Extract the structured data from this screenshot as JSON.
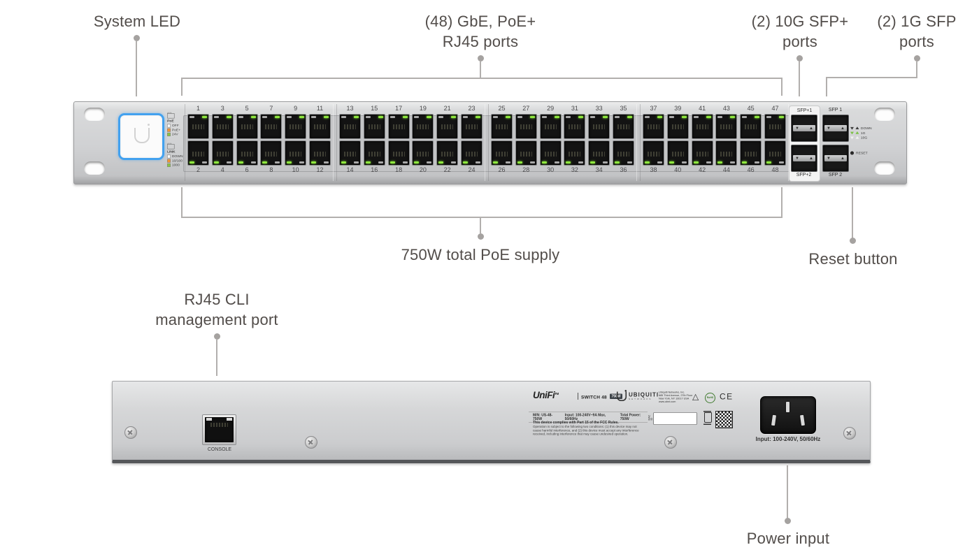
{
  "callouts": {
    "system_led": "System LED",
    "rj45_line1": "(48) GbE, PoE+",
    "rj45_line2": "RJ45 ports",
    "sfp_plus_line1": "(2) 10G SFP+",
    "sfp_plus_line2": "ports",
    "sfp_line1": "(2) 1G SFP",
    "sfp_line2": "ports",
    "poe_supply": "750W total PoE supply",
    "reset_button": "Reset button",
    "cli_line1": "RJ45 CLI",
    "cli_line2": "management port",
    "power_input": "Power input"
  },
  "front_panel": {
    "port_numbers_top": [
      1,
      3,
      5,
      7,
      9,
      11,
      13,
      15,
      17,
      19,
      21,
      23,
      25,
      27,
      29,
      31,
      33,
      35,
      37,
      39,
      41,
      43,
      45,
      47
    ],
    "port_numbers_bottom": [
      2,
      4,
      6,
      8,
      10,
      12,
      14,
      16,
      18,
      20,
      22,
      24,
      26,
      28,
      30,
      32,
      34,
      36,
      38,
      40,
      42,
      44,
      46,
      48
    ],
    "led_border_color": "#42a1ef",
    "poe_legend": {
      "title": "PoE",
      "items": [
        {
          "label": "OFF",
          "color": "#ffffff"
        },
        {
          "label": "PoE+",
          "color": "#f79433"
        },
        {
          "label": "24V",
          "color": "#8cc63f"
        }
      ]
    },
    "link_legend": {
      "title": "LINK",
      "items": [
        {
          "label": "DOWN",
          "color": "#ffffff"
        },
        {
          "label": "10/100",
          "color": "#f79433"
        },
        {
          "label": "1000",
          "color": "#8cc63f"
        }
      ]
    },
    "sfp_plus_labels": {
      "top": "SFP+1",
      "bottom": "SFP+2"
    },
    "sfp_labels": {
      "top": "SFP 1",
      "bottom": "SFP 2"
    },
    "sfp_status_legend": [
      {
        "label": "DOWN",
        "color": "#3a3a3a"
      },
      {
        "label": "1G",
        "color": "#7ac143"
      },
      {
        "label": "10G",
        "color": "#f2f2f2"
      }
    ],
    "reset_label": "RESET"
  },
  "back_panel": {
    "console_label": "CONSOLE",
    "power_input_label": "Input: 100-240V, 50/60Hz",
    "sticker": {
      "brand": "UniFi",
      "brand_mark": "TM",
      "product": "SWITCH 48",
      "power_badge": "750W",
      "model": "M/N: US-48-750W",
      "input_rating": "Input: 100-240V~9A Max, 50/60Hz",
      "total_power": "Total Power: 750W",
      "fcc_title": "This device complies with Part 15 of the FCC Rules.",
      "fcc_body": "Operation is subject to the following two conditions: (1) this device may not cause harmful interference, and (2) this device must accept any interference received, including interference that may cause undesired operation.",
      "ubiquiti_brand": "UBIQUITI",
      "ubiquiti_sub": "NETWORKS",
      "address": "Ubiquiti Networks, Inc.\n685 Third Avenue, 27th Floor\nNew York, NY 10017 USA\nwww.ubnt.com",
      "mac_label": "MAC ID",
      "ce_mark": "CE",
      "rohs_mark": "RoHS",
      "recycle_mark": "△"
    }
  }
}
